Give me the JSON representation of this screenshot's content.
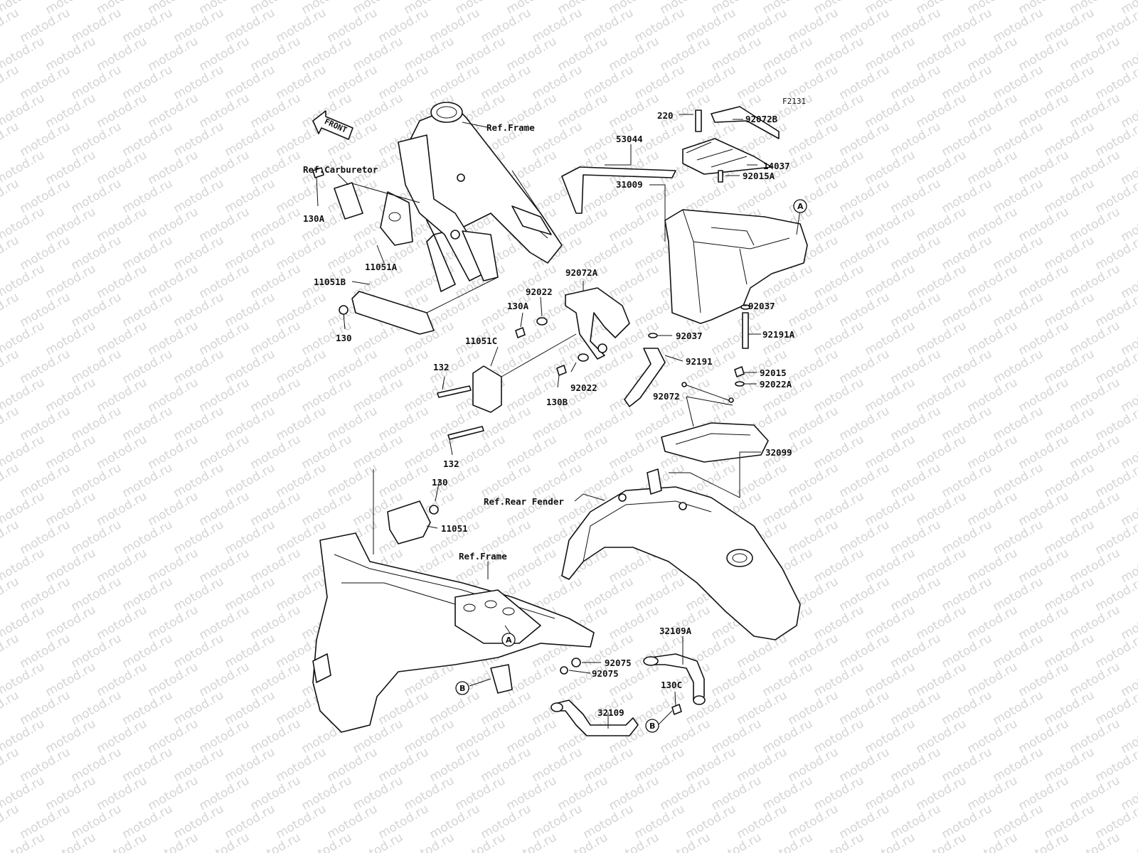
{
  "diagram_code": "F2131",
  "watermark": "motod.ru",
  "front_arrow": "FRONT",
  "references": {
    "frame_top": "Ref.Frame",
    "carburetor": "Ref.Carburetor",
    "rear_fender": "Ref.Rear Fender",
    "frame_bottom": "Ref.Frame"
  },
  "parts": {
    "p220": "220",
    "p92072B": "92072B",
    "p53044": "53044",
    "p14037": "14037",
    "p92015A": "92015A",
    "p31009": "31009",
    "p92037_right": "92037",
    "p92037_left": "92037",
    "p92191A": "92191A",
    "p92191": "92191",
    "p92015": "92015",
    "p92022A": "92022A",
    "p92072": "92072",
    "p32099": "32099",
    "p92072A": "92072A",
    "p92022_top": "92022",
    "p92022_bottom": "92022",
    "p130A_mid": "130A",
    "p11051C": "11051C",
    "p130B": "130B",
    "p132_top": "132",
    "p132_bottom": "132",
    "p130A_left": "130A",
    "p11051A": "11051A",
    "p11051B": "11051B",
    "p130_left": "130",
    "p130_lower": "130",
    "p11051": "11051",
    "p92075_upper": "92075",
    "p92075_lower": "92075",
    "p32109A": "32109A",
    "p130C": "130C",
    "p32109": "32109"
  },
  "callouts": {
    "a_top": "A",
    "a_frame": "A",
    "b_frame": "B",
    "b_pipe": "B"
  }
}
